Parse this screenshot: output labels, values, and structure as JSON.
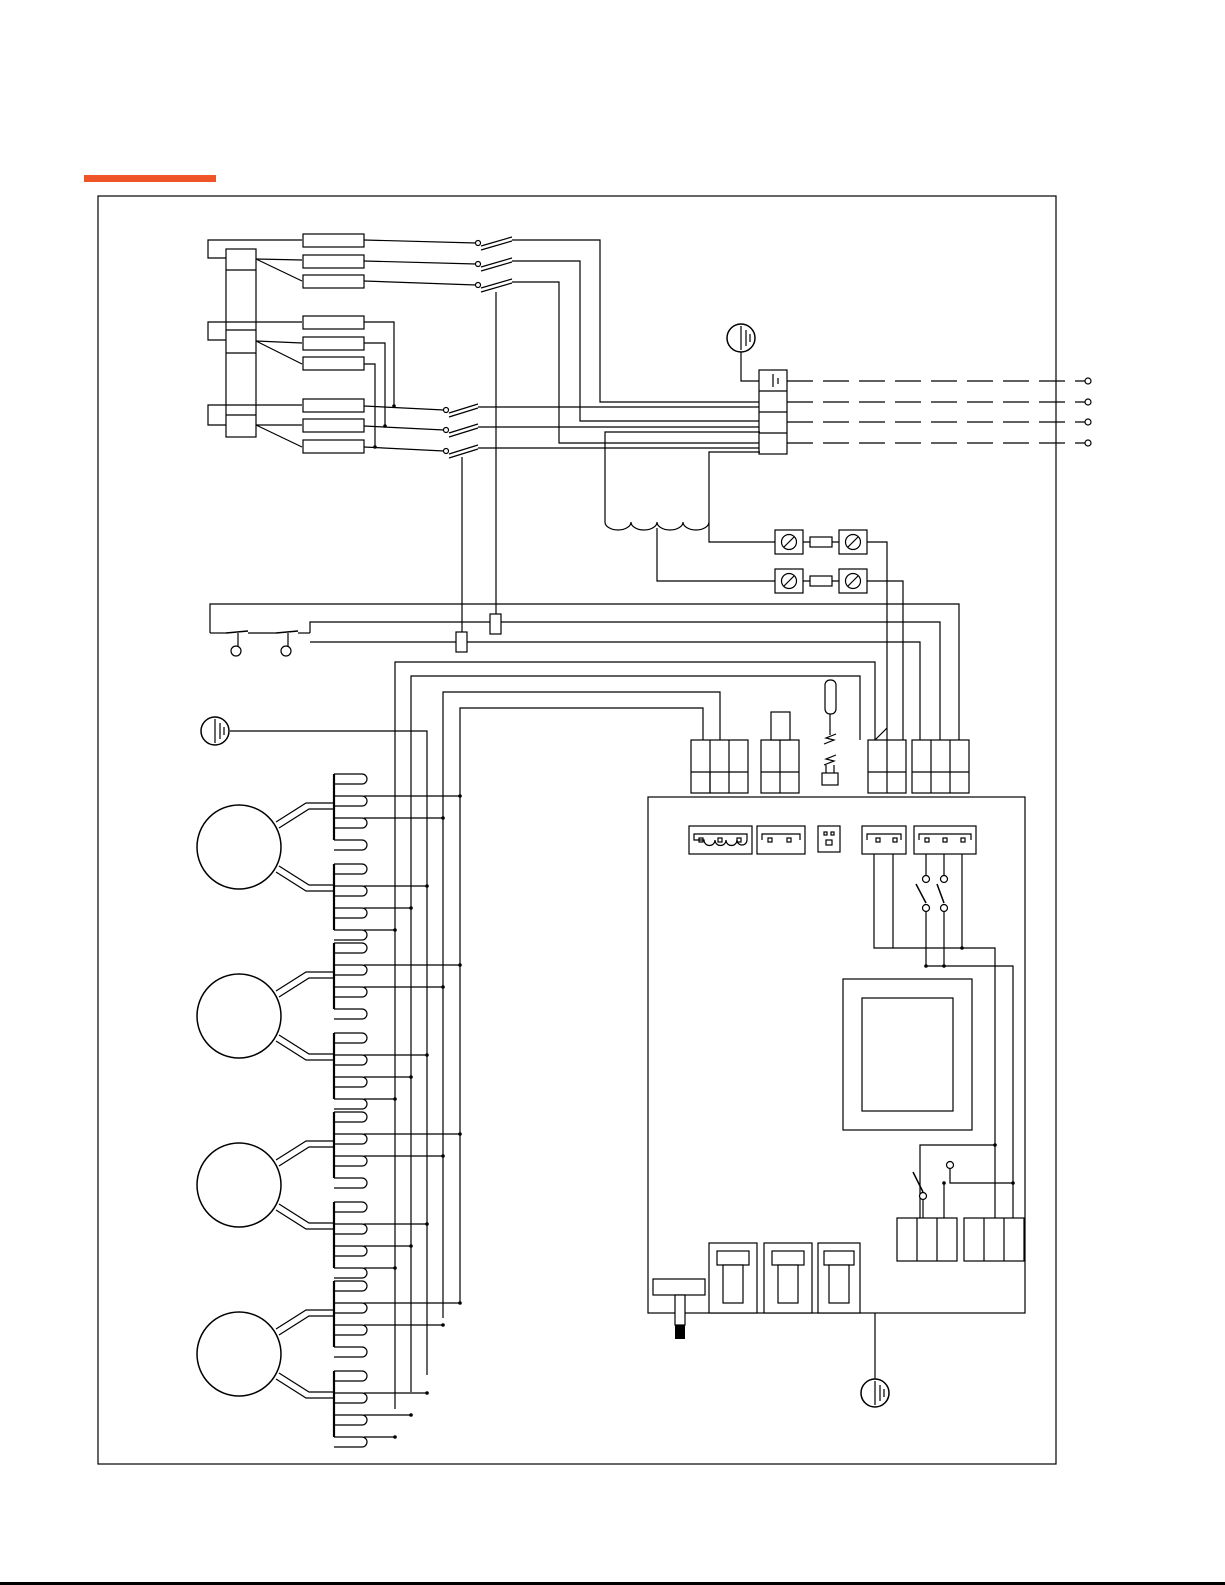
{
  "colors": {
    "accent": "#f0552a",
    "line": "#000000",
    "background": "#ffffff"
  },
  "icons": [
    "ground-icon",
    "motor-icon",
    "switch-icon",
    "fuse-icon",
    "terminal-icon",
    "transformer-icon",
    "connector-icon",
    "thermal-sensor-icon"
  ],
  "counts": {
    "motors": 4,
    "ground_symbols": 3,
    "supply_terminals": 4,
    "fuse_holders": 2
  }
}
